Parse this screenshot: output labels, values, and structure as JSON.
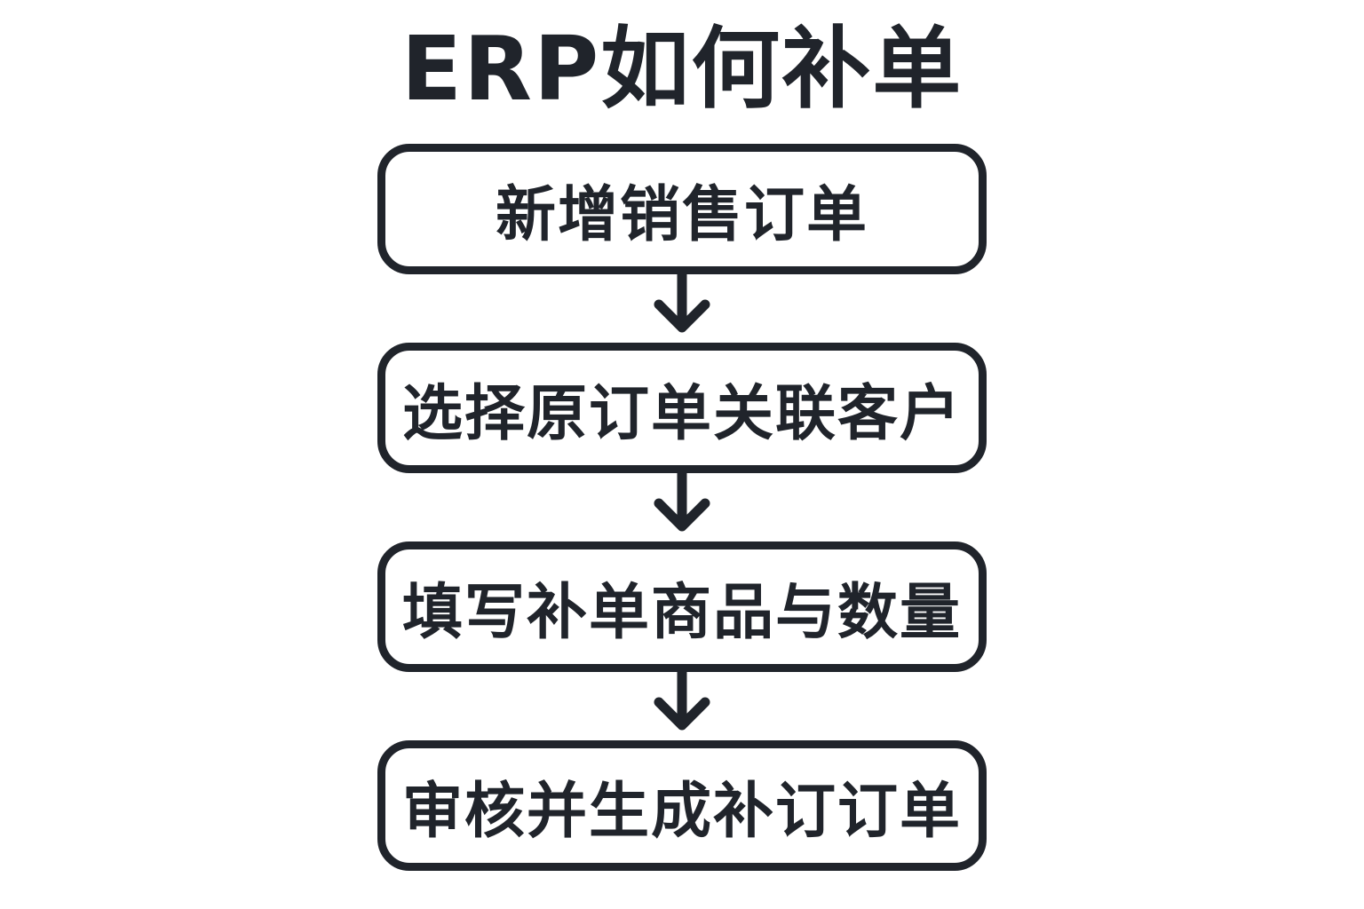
{
  "page": {
    "background_color": "#ffffff",
    "stroke_color": "#20242b"
  },
  "flowchart": {
    "title": "ERP如何补单",
    "steps": [
      {
        "label": "新增销售订单"
      },
      {
        "label": "选择原订单关联客户"
      },
      {
        "label": "填写补单商品与数量"
      },
      {
        "label": "审核并生成补订订单"
      }
    ],
    "connector": "arrow-down"
  }
}
